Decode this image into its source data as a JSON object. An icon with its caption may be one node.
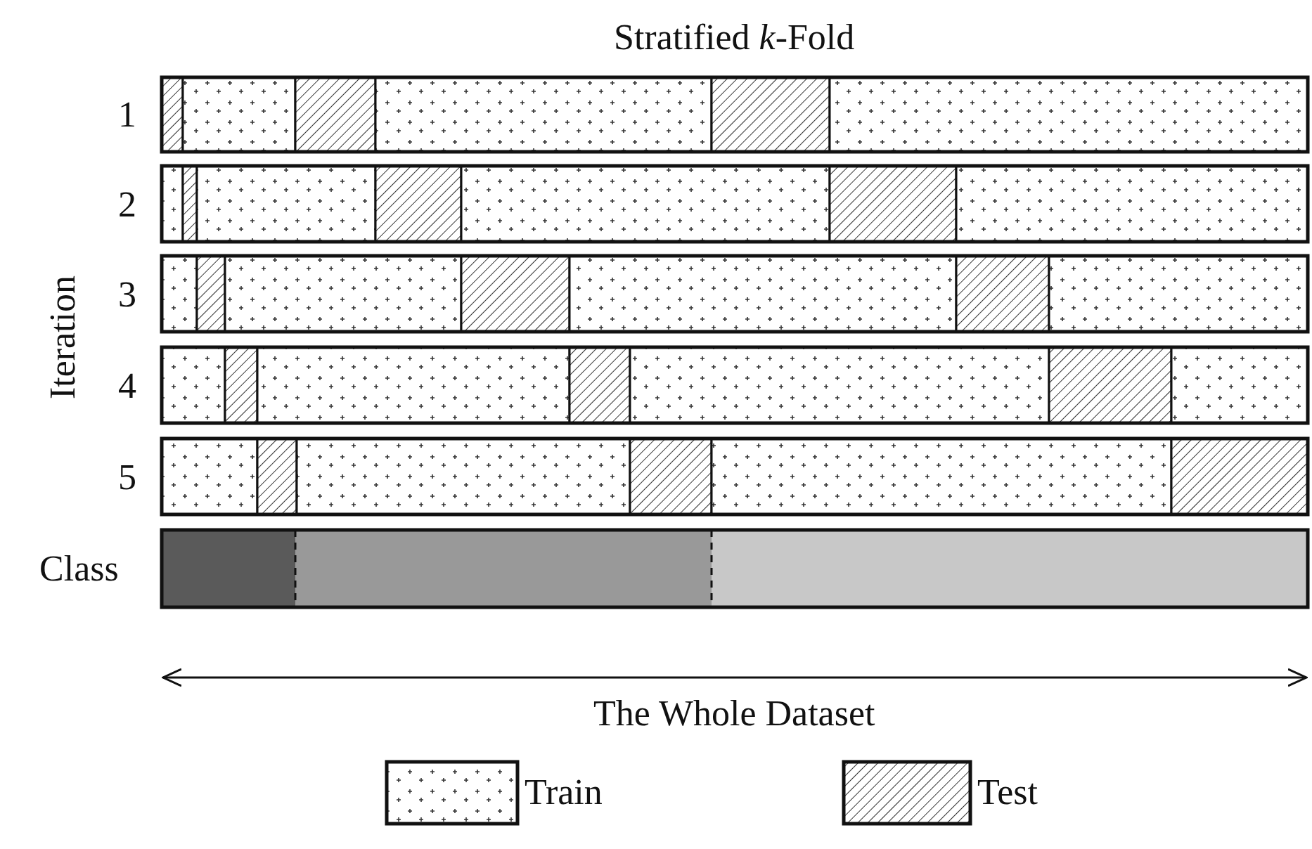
{
  "diagram": {
    "title": "Stratified *k*-Fold",
    "labels": [
      "Iteration",
      "1",
      "2",
      "3",
      "4",
      "5",
      "Class",
      "The Whole Dataset"
    ],
    "legend": [
      {
        "text": "Train"
      },
      {
        "text": "Test"
      }
    ]
  }
}
